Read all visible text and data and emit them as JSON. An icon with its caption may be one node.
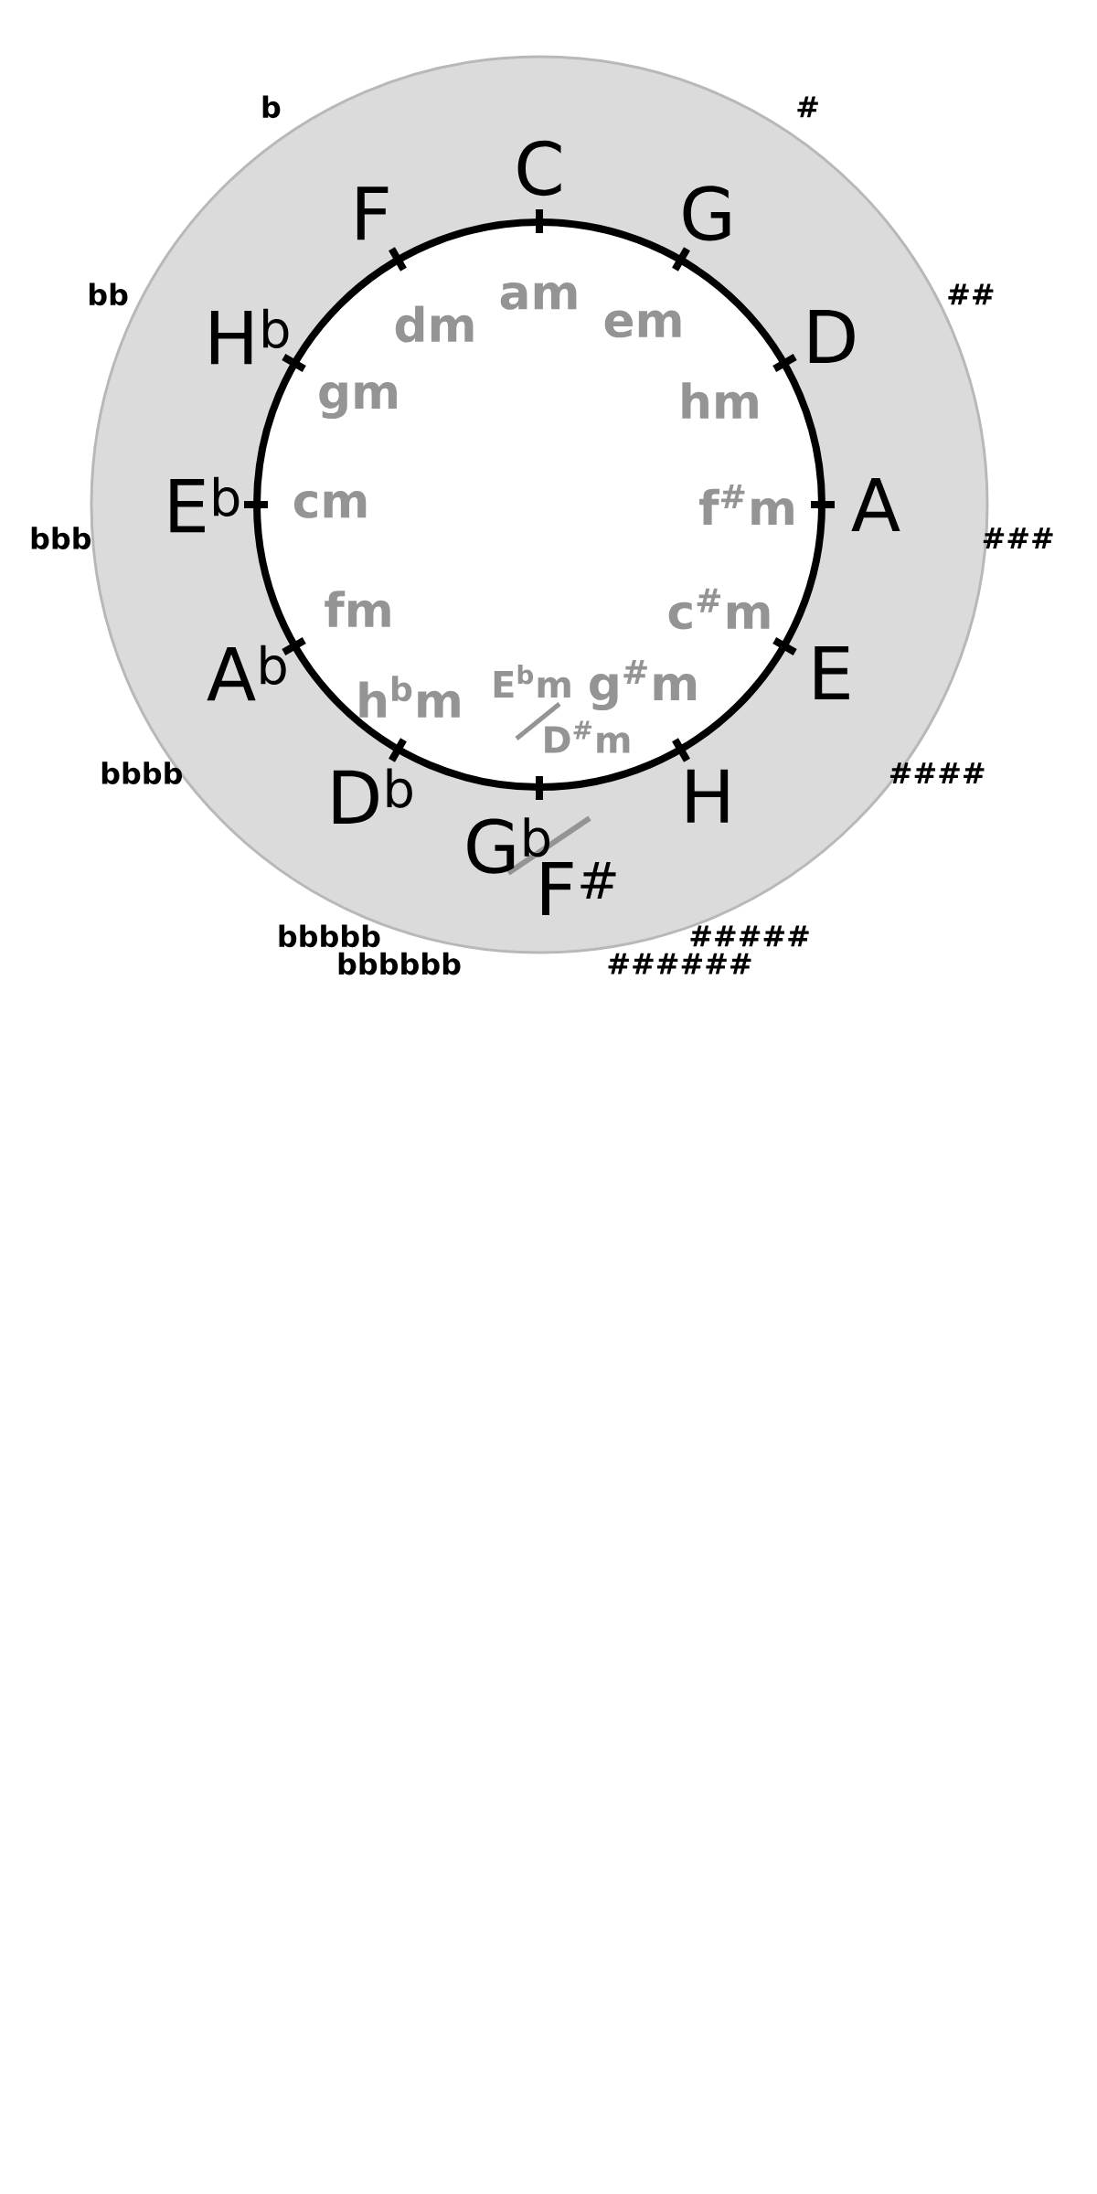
{
  "diagram": {
    "labels": [
      "C",
      "G",
      "D",
      "A",
      "E",
      "H",
      "G$^{b}$",
      "F$^{#}$",
      "D$^{b}$",
      "A$^{b}$",
      "E$^{b}$",
      "H$^{b}$",
      "F",
      "am",
      "em",
      "hm",
      "f$^{#}$m",
      "c$^{#}$m",
      "g$^{#}$m",
      "E$^{b}$m",
      "D$^{#}$m",
      "h$^{b}$m",
      "fm",
      "cm",
      "gm",
      "dm",
      "#",
      "##",
      "###",
      "####",
      "#####",
      "######",
      "b",
      "bb",
      "bbb",
      "bbbb",
      "bbbbb",
      "bbbbbb"
    ]
  }
}
